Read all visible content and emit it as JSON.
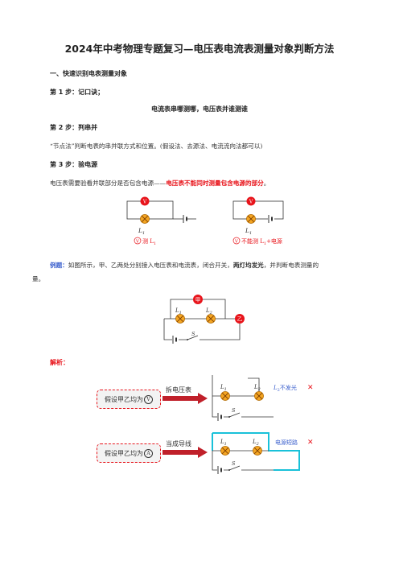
{
  "title": "2024年中考物理专题复习—电压表电流表测量对象判断方法",
  "section1": "一、快速识别电表测量对象",
  "step1": {
    "heading": "第 1 步：记口诀；",
    "motto": "电流表串哪测哪，电压表并谁测谁"
  },
  "step2": {
    "heading": "第 2 步：判串并",
    "text": "“节点法”判断电表的串并联方式和位置。(假设法、去源法、电流流向法都可以)"
  },
  "step3": {
    "heading": "第 3 步：验电源",
    "text_plain": "电压表需要验看并联部分是否包含电源——",
    "text_red": "电压表不能同时测量包含电源的部分",
    "text_end": "。"
  },
  "fig1": {
    "meter": "V",
    "lamp_label": "L",
    "lamp_sub": "1",
    "caption_meter": "V",
    "caption_text": "测 L",
    "caption_sub": "1"
  },
  "fig2": {
    "meter": "V",
    "lamp_label": "L",
    "lamp_sub": "1",
    "caption_meter": "V",
    "caption_text": "不能测 L",
    "caption_sub": "1",
    "caption_end": "+电源"
  },
  "example": {
    "label": "例题：",
    "text1": "如图所示，甲、乙两处分别接入电压表和电流表，闭合开关，",
    "bold": "两灯均发光",
    "text2": "，并判断电表测量的",
    "text3": "量。",
    "circuit": {
      "meter_a": "甲",
      "meter_b": "乙",
      "lamp1": "L",
      "lamp1_sub": "1",
      "lamp2": "L",
      "lamp2_sub": "2",
      "switch": "S"
    }
  },
  "analysis": {
    "label": "解析：",
    "case1": {
      "box_text": "假设甲乙均为",
      "box_meter": "V",
      "arrow_text": "拆电压表",
      "lamp1": "L",
      "lamp1_sub": "1",
      "lamp2": "L",
      "lamp2_sub": "2",
      "result": "L",
      "result_sub": "2",
      "result_text": "不发光",
      "mark": "✕",
      "switch": "S"
    },
    "case2": {
      "box_text": "假设甲乙均为",
      "box_meter": "A",
      "arrow_text": "当成导线",
      "lamp1": "L",
      "lamp1_sub": "1",
      "lamp2": "L",
      "lamp2_sub": "2",
      "result": "电源短路",
      "mark": "✕",
      "switch": "S"
    }
  }
}
